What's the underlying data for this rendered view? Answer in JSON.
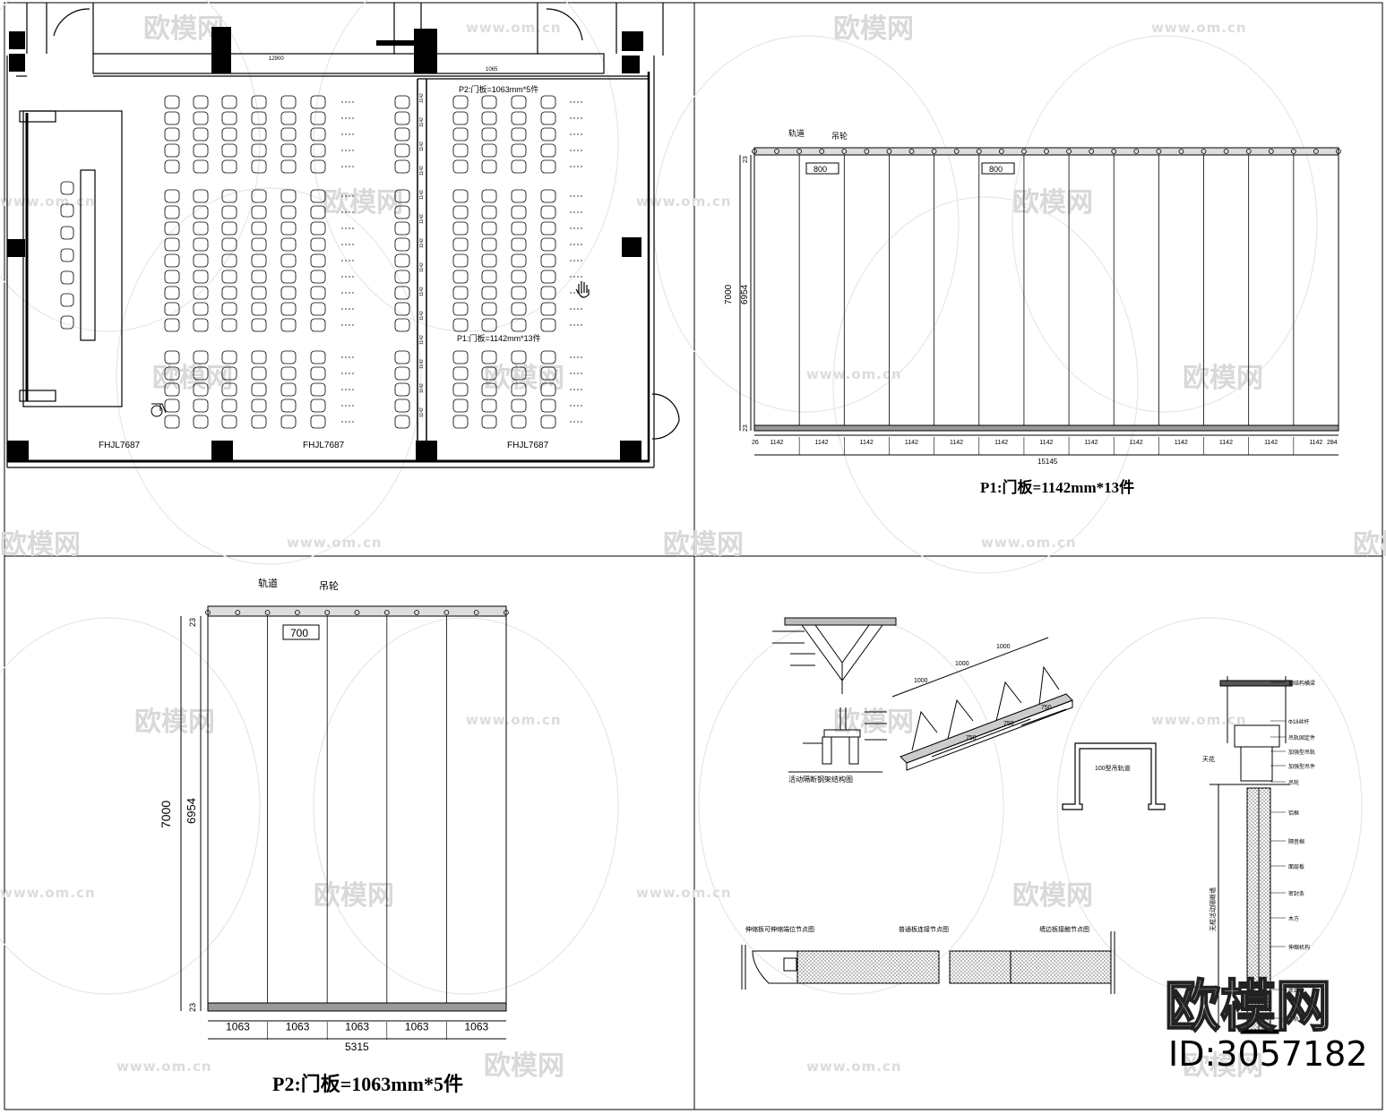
{
  "watermark": {
    "brand": "欧模网",
    "url": "www.om.cn",
    "id": "ID:3057182"
  },
  "plan": {
    "column_labels": [
      "FHJL7687",
      "FHJL7687",
      "FHJL7687"
    ],
    "p1_note": "P1:门板=1142mm*13件",
    "p2_note": "P2:门板=1063mm*5件",
    "dim_top_a": "12900",
    "dim_top_b": "1065",
    "dim_side": "1142"
  },
  "p1": {
    "caption": "P1:门板=1142mm*13件",
    "track_label": "轨道",
    "wheel_label": "吊轮",
    "gap_label": "800",
    "height_total": "7000",
    "height_inner": "6954",
    "edge_top": "23",
    "edge_bottom": "23",
    "panel_widths": [
      "1142",
      "1142",
      "1142",
      "1142",
      "1142",
      "1142",
      "1142",
      "1142",
      "1142",
      "1142",
      "1142",
      "1142",
      "1142"
    ],
    "left_margin": "26",
    "right_margin": "284",
    "total_width": "15145"
  },
  "p2": {
    "caption": "P2:门板=1063mm*5件",
    "track_label": "轨道",
    "wheel_label": "吊轮",
    "gap_label": "700",
    "height_total": "7000",
    "height_inner": "6954",
    "edge_top": "23",
    "edge_bottom": "23",
    "panel_widths": [
      "1063",
      "1063",
      "1063",
      "1063",
      "1063"
    ],
    "total_width": "5315"
  },
  "details": {
    "steel_title": "活动隔断钢架结构图",
    "rail_label": "100型吊轨道",
    "iso_dims": [
      "1000",
      "1000",
      "1000",
      "750",
      "750",
      "750"
    ],
    "sec1_title": "伸缩板可伸缩端位节点图",
    "sec2_title": "普通板连接节点图",
    "sec3_title": "墙边板接触节点图",
    "right_labels": [
      "钢结构横梁",
      "Φ18丝杆",
      "吊轨固定件",
      "加强型吊轨",
      "加强型吊件",
      "吊轮",
      "铝框",
      "隔音棉",
      "面层板",
      "密封条",
      "木方",
      "伸缩机构",
      "密封条",
      "下轨道"
    ],
    "ceiling_label": "天花",
    "height_label": "无框活动隔断墙"
  }
}
